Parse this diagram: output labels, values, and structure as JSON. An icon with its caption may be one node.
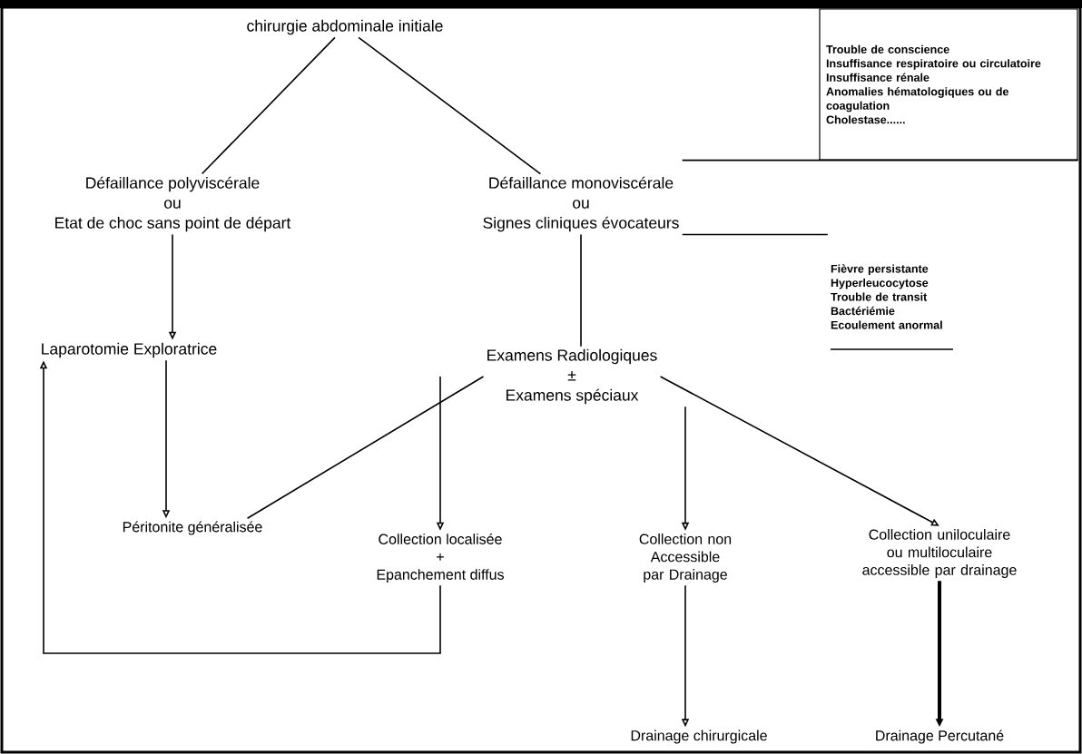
{
  "diagram": {
    "nodes": [
      {
        "text": [
          "chirurgie abdominale initiale"
        ]
      },
      {
        "text": [
          "Défaillance polyviscérale",
          "ou",
          "Etat de choc sans point de départ"
        ]
      },
      {
        "text": [
          "Défaillance monoviscérale",
          "ou",
          "Signes cliniques évocateurs"
        ]
      },
      {
        "text": [
          "Trouble de conscience",
          "Insuffisance respiratoire ou circulatoire",
          "Insuffisance rénale",
          "Anomalies hématologiques ou de coagulation",
          "Cholestase......"
        ]
      },
      {
        "text": [
          "Fièvre persistante",
          "Hyperleucocytose",
          "Trouble de transit",
          "Bactériémie",
          "Ecoulement anormal"
        ]
      },
      {
        "text": [
          "Laparotomie Exploratrice"
        ]
      },
      {
        "text": [
          "Examens Radiologiques",
          "±",
          "Examens spéciaux"
        ]
      },
      {
        "text": [
          "Péritonite généralisée"
        ]
      },
      {
        "text": [
          "Collection localisée",
          "+",
          "Epanchement diffus"
        ]
      },
      {
        "text": [
          "Collection non Accessible par Drainage"
        ]
      },
      {
        "text": [
          "Collection uniloculaire ou multiloculaire accessible par drainage"
        ]
      },
      {
        "text": [
          "Drainage chirurgicale"
        ]
      },
      {
        "text": [
          "Drainage Percutané"
        ]
      }
    ],
    "edges": [
      {
        "from": 0,
        "to": 1,
        "arrow": "none"
      },
      {
        "from": 0,
        "to": 2,
        "arrow": "none"
      },
      {
        "from": 2,
        "to": 3,
        "arrow": "none"
      },
      {
        "from": 2,
        "to": 4,
        "arrow": "none"
      },
      {
        "from": 1,
        "to": 5,
        "arrow": "to"
      },
      {
        "from": 2,
        "to": 6,
        "arrow": "none"
      },
      {
        "from": 5,
        "to": 7,
        "arrow": "to"
      },
      {
        "from": 6,
        "to": 7,
        "arrow": "none"
      },
      {
        "from": 6,
        "to": 8,
        "arrow": "to"
      },
      {
        "from": 6,
        "to": 9,
        "arrow": "to"
      },
      {
        "from": 6,
        "to": 10,
        "arrow": "to"
      },
      {
        "from": 8,
        "to": 5,
        "arrow": "to"
      },
      {
        "from": 9,
        "to": 11,
        "arrow": "to"
      },
      {
        "from": 10,
        "to": 12,
        "arrow": "to",
        "style": "thick"
      }
    ]
  }
}
